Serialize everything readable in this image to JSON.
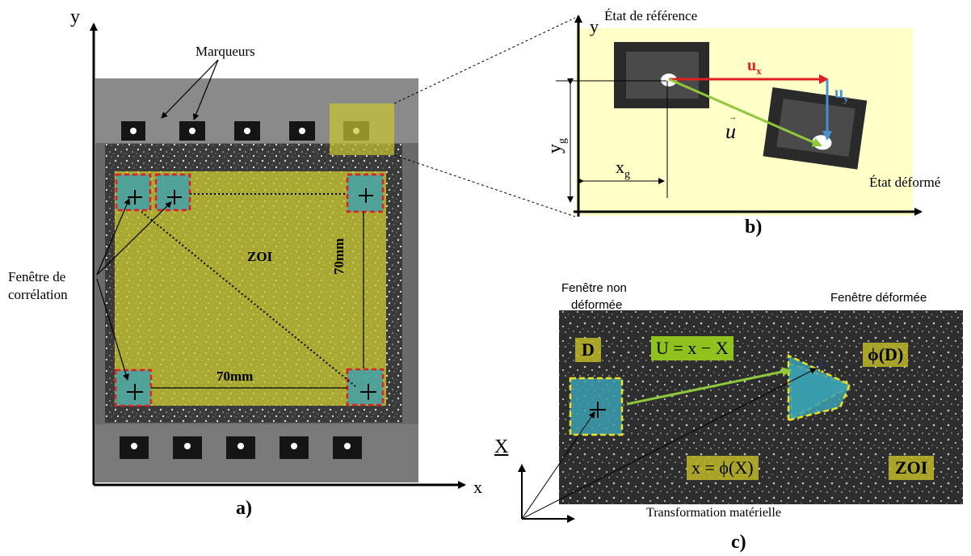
{
  "panel_a": {
    "axis_x": "x",
    "axis_y": "y",
    "markers_label": "Marqueurs",
    "window_label_line1": "Fenêtre de",
    "window_label_line2": "corrélation",
    "zoi_label": "ZOI",
    "dim_horizontal": "70mm",
    "dim_vertical": "70mm",
    "panel_label": "a)"
  },
  "panel_b": {
    "title": "État de référence",
    "axis_y": "y",
    "ux_main": "u",
    "ux_sub": "x",
    "uy_main": "u",
    "uy_sub": "y",
    "u_vector": "u",
    "yg_main": "y",
    "yg_sub": "g",
    "xg_main": "x",
    "xg_sub": "g",
    "deformed_state": "État déformé",
    "panel_label": "b)"
  },
  "panel_c": {
    "undeformed_line1": "Fenêtre non",
    "undeformed_line2": "déformée",
    "deformed_window": "Fenêtre déformée",
    "d_label": "D",
    "equation_top": "U = x − X",
    "phi_d": "ϕ(D)",
    "equation_bottom": "x = ϕ(X)",
    "zoi_label": "ZOI",
    "capital_x": "X",
    "transformation": "Transformation matérielle",
    "panel_label": "c)"
  },
  "colors": {
    "zoi_overlay": "#c8c832",
    "window_fill": "#3a9fb0",
    "window_border_red": "#e02020",
    "window_border_yellow": "#f0e020",
    "ux_arrow": "#e02020",
    "uy_arrow": "#4a8fd0",
    "u_arrow": "#8fc83a",
    "panel_b_bg": "#ffffc8"
  }
}
